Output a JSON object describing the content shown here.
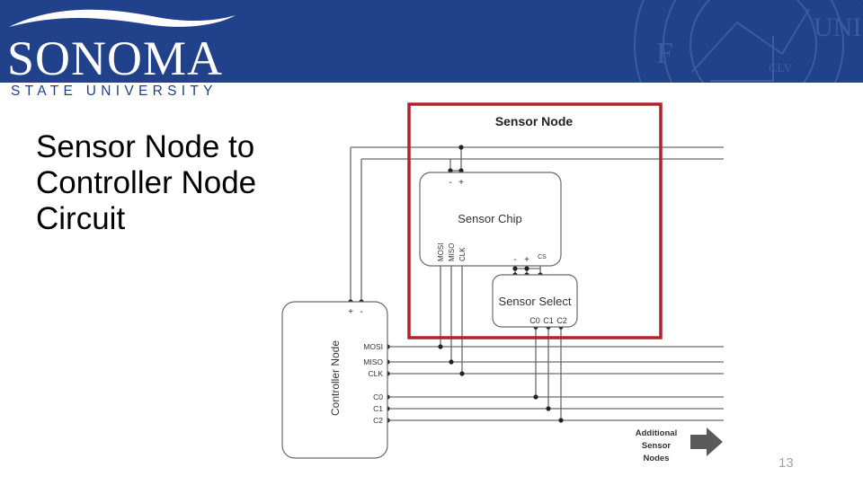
{
  "header": {
    "logo_text": "SONOMA",
    "university": "STATE UNIVERSITY",
    "colors": {
      "banner": "#21418a",
      "seal": "#3c5b9e"
    },
    "seal_icon": "university-seal-icon"
  },
  "title": {
    "lines": [
      "Sensor Node to",
      "Controller Node",
      "Circuit"
    ]
  },
  "diagram": {
    "sensor_node": {
      "label": "Sensor Node",
      "border_color": "#b1232a"
    },
    "sensor_chip": {
      "label": "Sensor Chip",
      "power_minus": "-",
      "power_plus": "+",
      "pins": [
        "MOSI",
        "MISO",
        "CLK"
      ]
    },
    "sensor_select": {
      "label": "Sensor Select",
      "power_minus": "-",
      "power_plus": "+",
      "cs_label": "CS",
      "pins": [
        "C0",
        "C1",
        "C2"
      ]
    },
    "controller_node": {
      "label": "Controller Node",
      "power_plus": "+",
      "power_minus": "-",
      "pins": [
        "MOSI",
        "MISO",
        "CLK",
        "C0",
        "C1",
        "C2"
      ]
    },
    "additional": {
      "lines": [
        "Additional",
        "Sensor",
        "Nodes"
      ],
      "arrow_icon": "right-arrow-icon"
    }
  },
  "page_number": "13"
}
